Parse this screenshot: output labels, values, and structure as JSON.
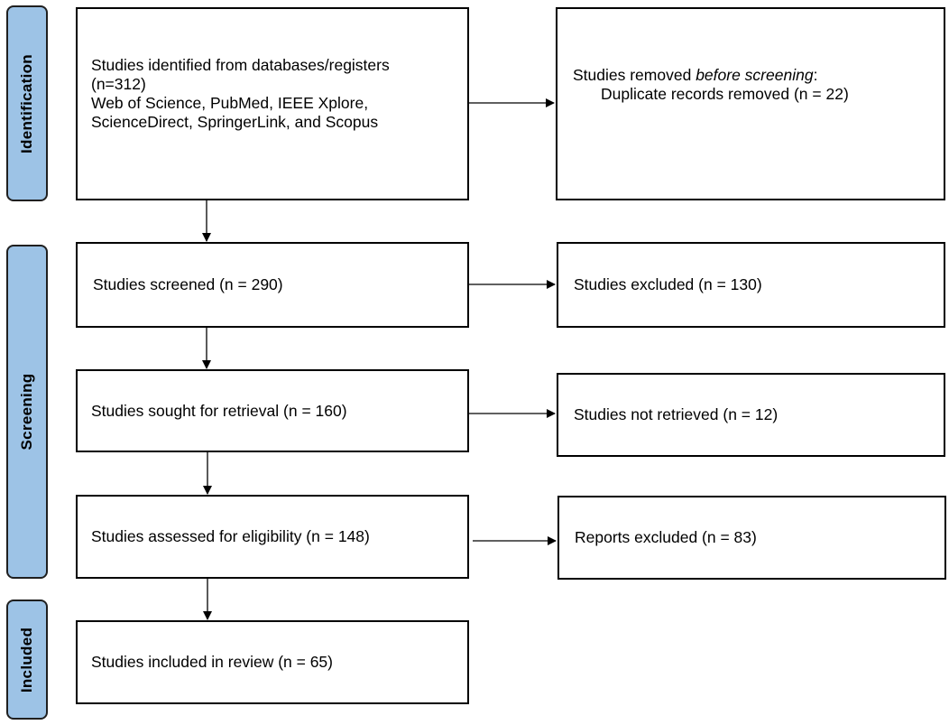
{
  "phases": {
    "identification": "Identification",
    "screening": "Screening",
    "included": "Included"
  },
  "boxes": {
    "identified": {
      "line1": "Studies identified from databases/registers",
      "line2": "(n=312)",
      "line3": "Web of Science, PubMed, IEEE Xplore,",
      "line4": "ScienceDirect, SpringerLink, and Scopus"
    },
    "removed": {
      "prefix": "Studies removed ",
      "emphasis": "before screening",
      "suffix": ":",
      "detail": "Duplicate records removed (n = 22)"
    },
    "screened": "Studies screened (n = 290)",
    "excluded": "Studies excluded (n = 130)",
    "sought": "Studies sought for retrieval (n = 160)",
    "not_retrieved": "Studies not retrieved (n = 12)",
    "assessed": "Studies assessed for eligibility (n = 148)",
    "reports_excluded": "Reports excluded (n = 83)",
    "included": "Studies included in review (n = 65)"
  }
}
